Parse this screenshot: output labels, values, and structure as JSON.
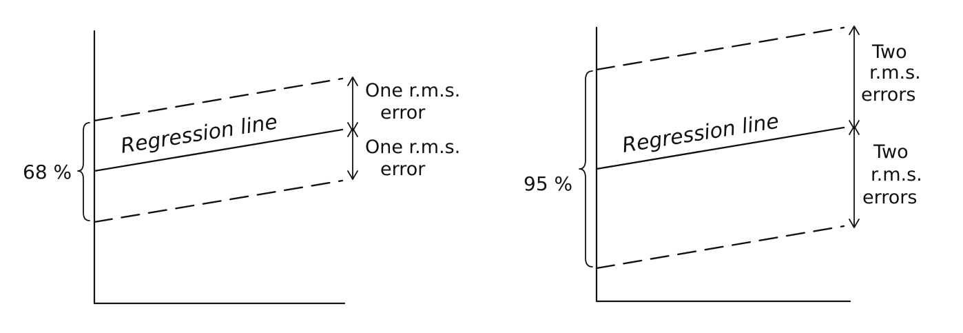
{
  "left_panel": {
    "percent": "68 %",
    "regression_label": "Regression line",
    "upper_label_line1": "One r.m.s.",
    "upper_label_line2": "error",
    "lower_label_line1": "One r.m.s.",
    "lower_label_line2": "error"
  },
  "right_panel": {
    "percent": "95 %",
    "regression_label": "Regression line",
    "upper_label_line1": "Two",
    "upper_label_line2": "r.m.s.",
    "upper_label_line3": "errors",
    "lower_label_line1": "Two",
    "lower_label_line2": "r.m.s.",
    "lower_label_line3": "errors"
  }
}
